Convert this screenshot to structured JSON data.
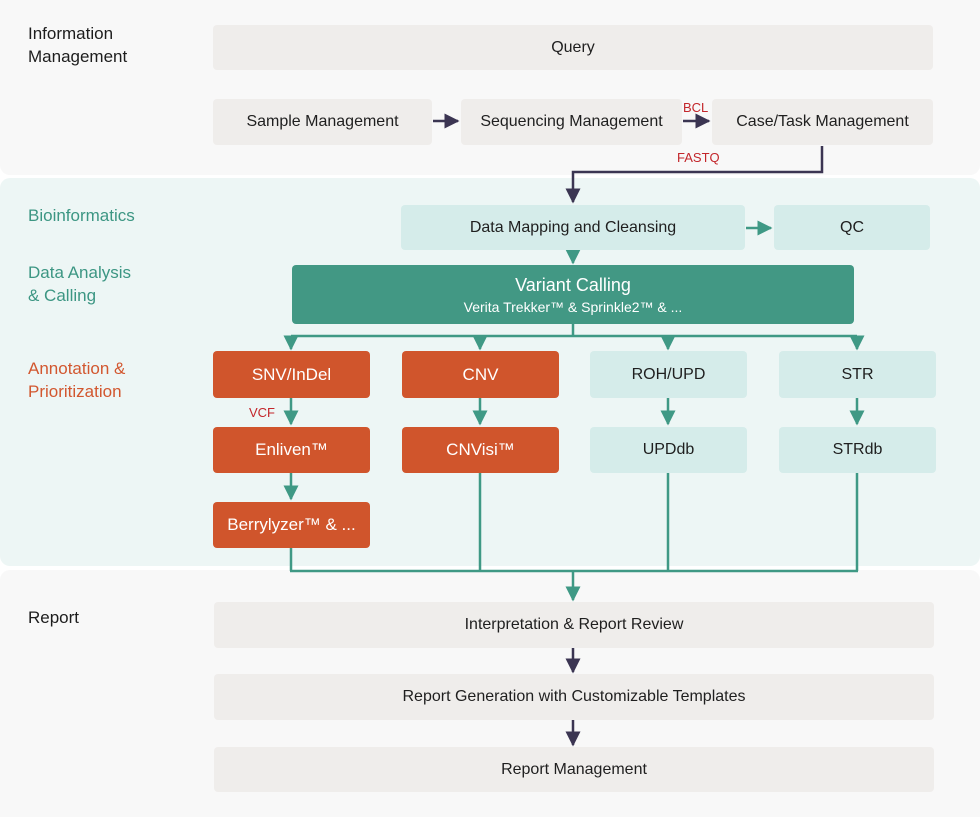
{
  "sections": {
    "information_management": "Information\nManagement",
    "bioinformatics": "Bioinformatics",
    "data_analysis": "Data Analysis\n& Calling",
    "annotation": "Annotation &\nPrioritization",
    "report": "Report"
  },
  "boxes": {
    "query": "Query",
    "sample_management": "Sample Management",
    "sequencing_management": "Sequencing Management",
    "case_task_management": "Case/Task Management",
    "data_mapping": "Data Mapping and Cleansing",
    "qc": "QC",
    "variant_calling_title": "Variant Calling",
    "variant_calling_sub": "Verita Trekker™ & Sprinkle2™ & ...",
    "snv_indel": "SNV/InDel",
    "cnv": "CNV",
    "roh_upd": "ROH/UPD",
    "str": "STR",
    "enliven": "Enliven™",
    "cnvisi": "CNVisi™",
    "upddb": "UPDdb",
    "strdb": "STRdb",
    "berrylyzer": "Berrylyzer™ & ...",
    "interpretation": "Interpretation & Report Review",
    "report_generation": "Report Generation with Customizable Templates",
    "report_management": "Report Management"
  },
  "edge_labels": {
    "bcl": "BCL",
    "fastq": "FASTQ",
    "vcf": "VCF"
  },
  "colors": {
    "dark_arrow": "#3b3552",
    "teal_arrow": "#3f9985",
    "teal": "#429884",
    "light_teal": "#d5ecea",
    "orange": "#d0552c",
    "grey_box": "#efedeb",
    "edge_label_red": "#c3262b"
  }
}
